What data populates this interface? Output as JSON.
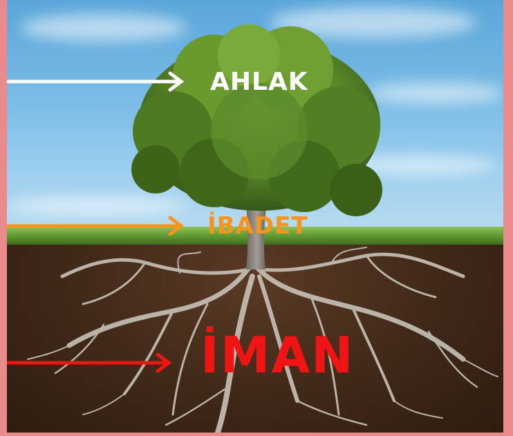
{
  "labels": {
    "top": "AHLAK",
    "middle": "İBADET",
    "bottom": "İMAN"
  },
  "colors": {
    "top_label": "#ffffff",
    "middle_label": "#f7941d",
    "bottom_label": "#f01414",
    "frame": "#e98a8c",
    "sky": "#7cbde6",
    "foliage": "#4f7a22",
    "soil": "#3f2818",
    "roots": "#c9c2b8"
  },
  "icons": [
    "tree-illustration",
    "arrow-right-icon"
  ]
}
